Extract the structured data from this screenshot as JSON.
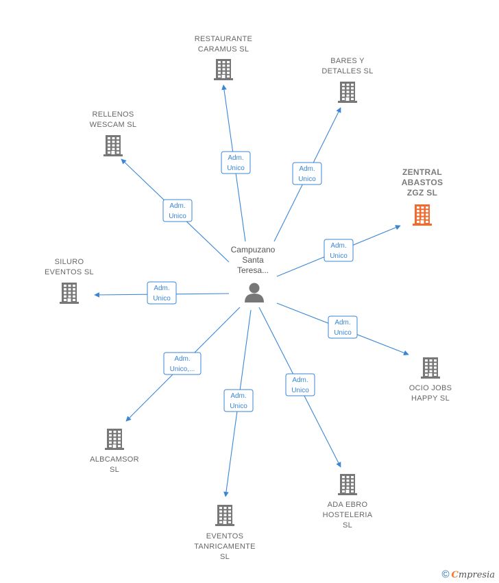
{
  "person": {
    "name_lines": [
      "Campuzano",
      "Santa",
      "Teresa..."
    ],
    "icon": "person-icon"
  },
  "companies": [
    {
      "id": "restaurante-caramus",
      "lines": [
        "RESTAURANTE",
        "CARAMUS SL"
      ],
      "highlight": false,
      "icon": "building-icon"
    },
    {
      "id": "bares-detalles",
      "lines": [
        "BARES Y",
        "DETALLES  SL"
      ],
      "highlight": false,
      "icon": "building-icon"
    },
    {
      "id": "rellenos-wescam",
      "lines": [
        "RELLENOS",
        "WESCAM  SL"
      ],
      "highlight": false,
      "icon": "building-icon"
    },
    {
      "id": "zentral-abastos",
      "lines": [
        "ZENTRAL",
        "ABASTOS",
        "ZGZ  SL"
      ],
      "highlight": true,
      "icon": "building-icon"
    },
    {
      "id": "siluro-eventos",
      "lines": [
        "SILURO",
        "EVENTOS  SL"
      ],
      "highlight": false,
      "icon": "building-icon"
    },
    {
      "id": "ocio-jobs",
      "lines": [
        "OCIO JOBS",
        "HAPPY  SL"
      ],
      "highlight": false,
      "icon": "building-icon"
    },
    {
      "id": "albcamsor",
      "lines": [
        "ALBCAMSOR",
        "SL"
      ],
      "highlight": false,
      "icon": "building-icon"
    },
    {
      "id": "ada-ebro",
      "lines": [
        "ADA EBRO",
        "HOSTELERIA",
        "SL"
      ],
      "highlight": false,
      "icon": "building-icon"
    },
    {
      "id": "eventos-tanricamente",
      "lines": [
        "EVENTOS",
        "TANRICAMENTE",
        "SL"
      ],
      "highlight": false,
      "icon": "building-icon"
    }
  ],
  "edges": [
    {
      "to": "restaurante-caramus",
      "label_lines": [
        "Adm.",
        "Unico"
      ]
    },
    {
      "to": "bares-detalles",
      "label_lines": [
        "Adm.",
        "Unico"
      ]
    },
    {
      "to": "rellenos-wescam",
      "label_lines": [
        "Adm.",
        "Unico"
      ]
    },
    {
      "to": "zentral-abastos",
      "label_lines": [
        "Adm.",
        "Unico"
      ]
    },
    {
      "to": "siluro-eventos",
      "label_lines": [
        "Adm.",
        "Unico"
      ]
    },
    {
      "to": "ocio-jobs",
      "label_lines": [
        "Adm.",
        "Unico"
      ]
    },
    {
      "to": "albcamsor",
      "label_lines": [
        "Adm.",
        "Unico,..."
      ]
    },
    {
      "to": "ada-ebro",
      "label_lines": [
        "Adm.",
        "Unico"
      ]
    },
    {
      "to": "eventos-tanricamente",
      "label_lines": [
        "Adm.",
        "Unico"
      ]
    }
  ],
  "colors": {
    "edge": "#3a86d4",
    "building": "#777777",
    "building_highlight": "#f26a2e",
    "person": "#777777"
  },
  "footer": {
    "copyright_symbol": "©",
    "brand_first": "C",
    "brand_rest": "mpresia"
  }
}
